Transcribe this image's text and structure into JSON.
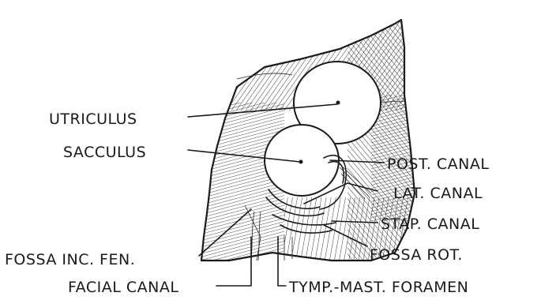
{
  "labels": {
    "utriculus": "UTRICULUS",
    "sacculus": "SACCULUS",
    "post_canal": "POST. CANAL",
    "lat_canal": "LAT. CANAL",
    "stap_canal": "STAP. CANAL",
    "fossa_inc_fen": "FOSSA INC. FEN.",
    "fossa_rot": "FOSSA ROT.",
    "facial_canal": "FACIAL CANAL",
    "tymp_mast_foramen": "TYMP.-MAST. FORAMEN"
  },
  "colors": {
    "ink": "#1a1a1a",
    "background": "#ffffff"
  }
}
